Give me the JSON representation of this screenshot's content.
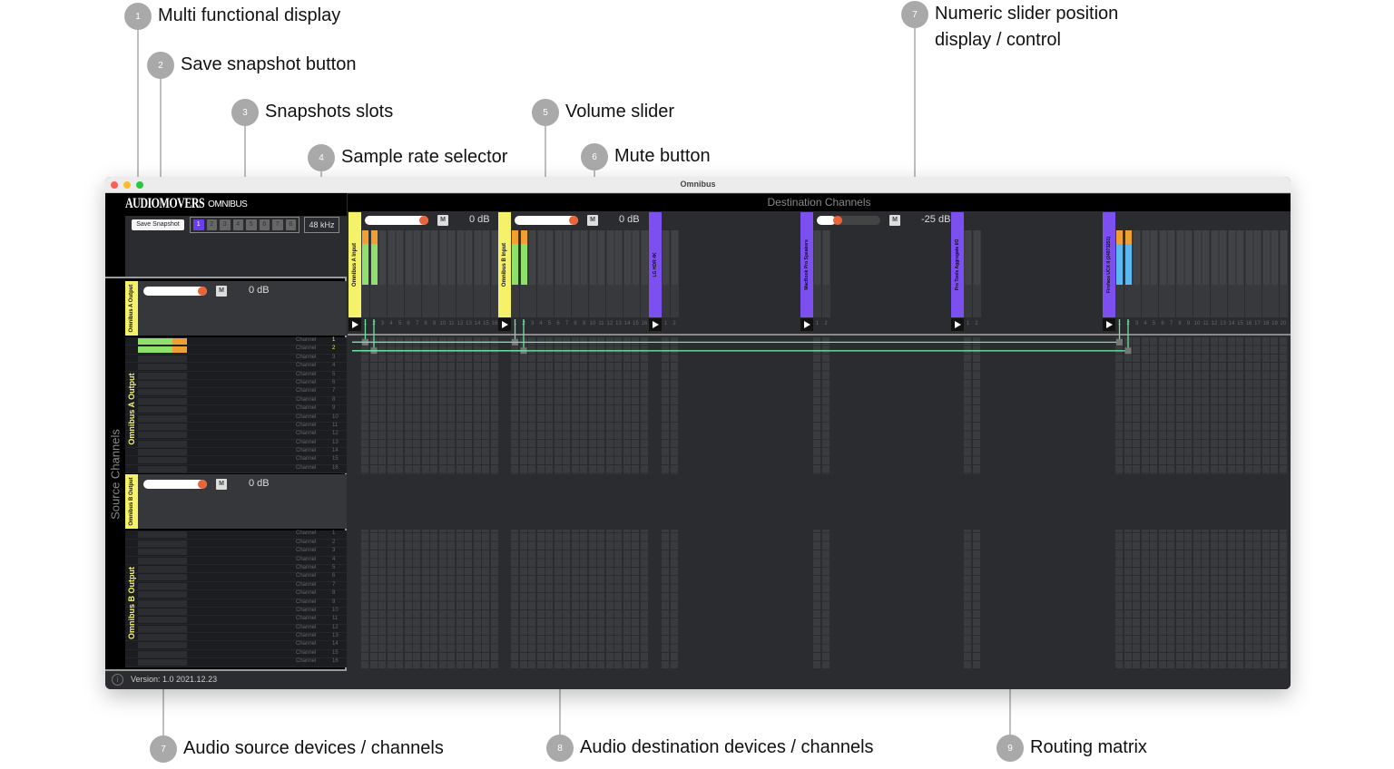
{
  "callouts": [
    {
      "n": "1",
      "label": "Multi functional display"
    },
    {
      "n": "2",
      "label": "Save snapshot button"
    },
    {
      "n": "3",
      "label": "Snapshots slots"
    },
    {
      "n": "4",
      "label": "Sample rate selector"
    },
    {
      "n": "5",
      "label": "Volume slider"
    },
    {
      "n": "6",
      "label": "Mute button"
    },
    {
      "n": "7",
      "label": "Numeric slider position",
      "label2": "display / control"
    },
    {
      "n": "7",
      "label": "Audio source devices / channels"
    },
    {
      "n": "8",
      "label": "Audio destination devices / channels"
    },
    {
      "n": "9",
      "label": "Routing matrix"
    }
  ],
  "window": {
    "title": "Omnibus"
  },
  "app": {
    "logo": "AUDIOMOVERS",
    "logo_sub": "OMNIBUS",
    "save_snapshot": "Save Snapshot",
    "slots": [
      "1",
      "2",
      "3",
      "4",
      "5",
      "6",
      "7",
      "8"
    ],
    "active_slot": "1",
    "sample_rate": "48 kHz",
    "source_title": "Source Channels",
    "dest_title": "Destination Channels",
    "version": "Version: 1.0 2021.12.23",
    "mute_label": "M",
    "channel_label": "Channel"
  },
  "colors": {
    "source": "#f5f26a",
    "destination": "#7b4ff0",
    "knob": "#e8643a",
    "route": "#6de3a0",
    "slot_active": "#6b3cf0"
  },
  "sources": [
    {
      "name": "Omnibus A Output",
      "volume_db": "0 dB",
      "volume": 1.0,
      "channels": 16,
      "active": [
        1,
        2
      ]
    },
    {
      "name": "Omnibus B Output",
      "volume_db": "0 dB",
      "volume": 1.0,
      "channels": 16,
      "active": []
    }
  ],
  "destinations": [
    {
      "name": "Omnibus A Input",
      "type": "virtual",
      "channels": 16,
      "volume_db": "0 dB",
      "volume": 1.0,
      "meters": [
        1,
        2
      ],
      "meter_color": "#8fe06a"
    },
    {
      "name": "Omnibus B Input",
      "type": "virtual",
      "channels": 16,
      "volume_db": "0 dB",
      "volume": 1.0,
      "meters": [
        1,
        2
      ],
      "meter_color": "#8fe06a"
    },
    {
      "name": "LG HDR 4K",
      "type": "hardware",
      "channels": 2
    },
    {
      "name": "MacBook Pro Speakers",
      "type": "hardware",
      "channels": 2,
      "volume_db": "-25 dB",
      "volume": 0.3
    },
    {
      "name": "Pro Tools Aggregate I/O",
      "type": "hardware",
      "channels": 2
    },
    {
      "name": "Fireface UCX II (24073251)",
      "type": "hardware",
      "channels": 20,
      "meters": [
        1,
        2
      ],
      "meter_color": "#5bb8f0"
    }
  ],
  "routes": [
    {
      "source": "Omnibus A Output",
      "source_channel": 1,
      "destination": "Omnibus A Input",
      "channel": 1
    },
    {
      "source": "Omnibus A Output",
      "source_channel": 2,
      "destination": "Omnibus A Input",
      "channel": 2
    },
    {
      "source": "Omnibus A Output",
      "source_channel": 1,
      "destination": "Omnibus B Input",
      "channel": 1
    },
    {
      "source": "Omnibus A Output",
      "source_channel": 2,
      "destination": "Omnibus B Input",
      "channel": 2
    },
    {
      "source": "Omnibus A Output",
      "source_channel": 1,
      "destination": "Fireface UCX II (24073251)",
      "channel": 1
    },
    {
      "source": "Omnibus A Output",
      "source_channel": 2,
      "destination": "Fireface UCX II (24073251)",
      "channel": 2
    }
  ]
}
